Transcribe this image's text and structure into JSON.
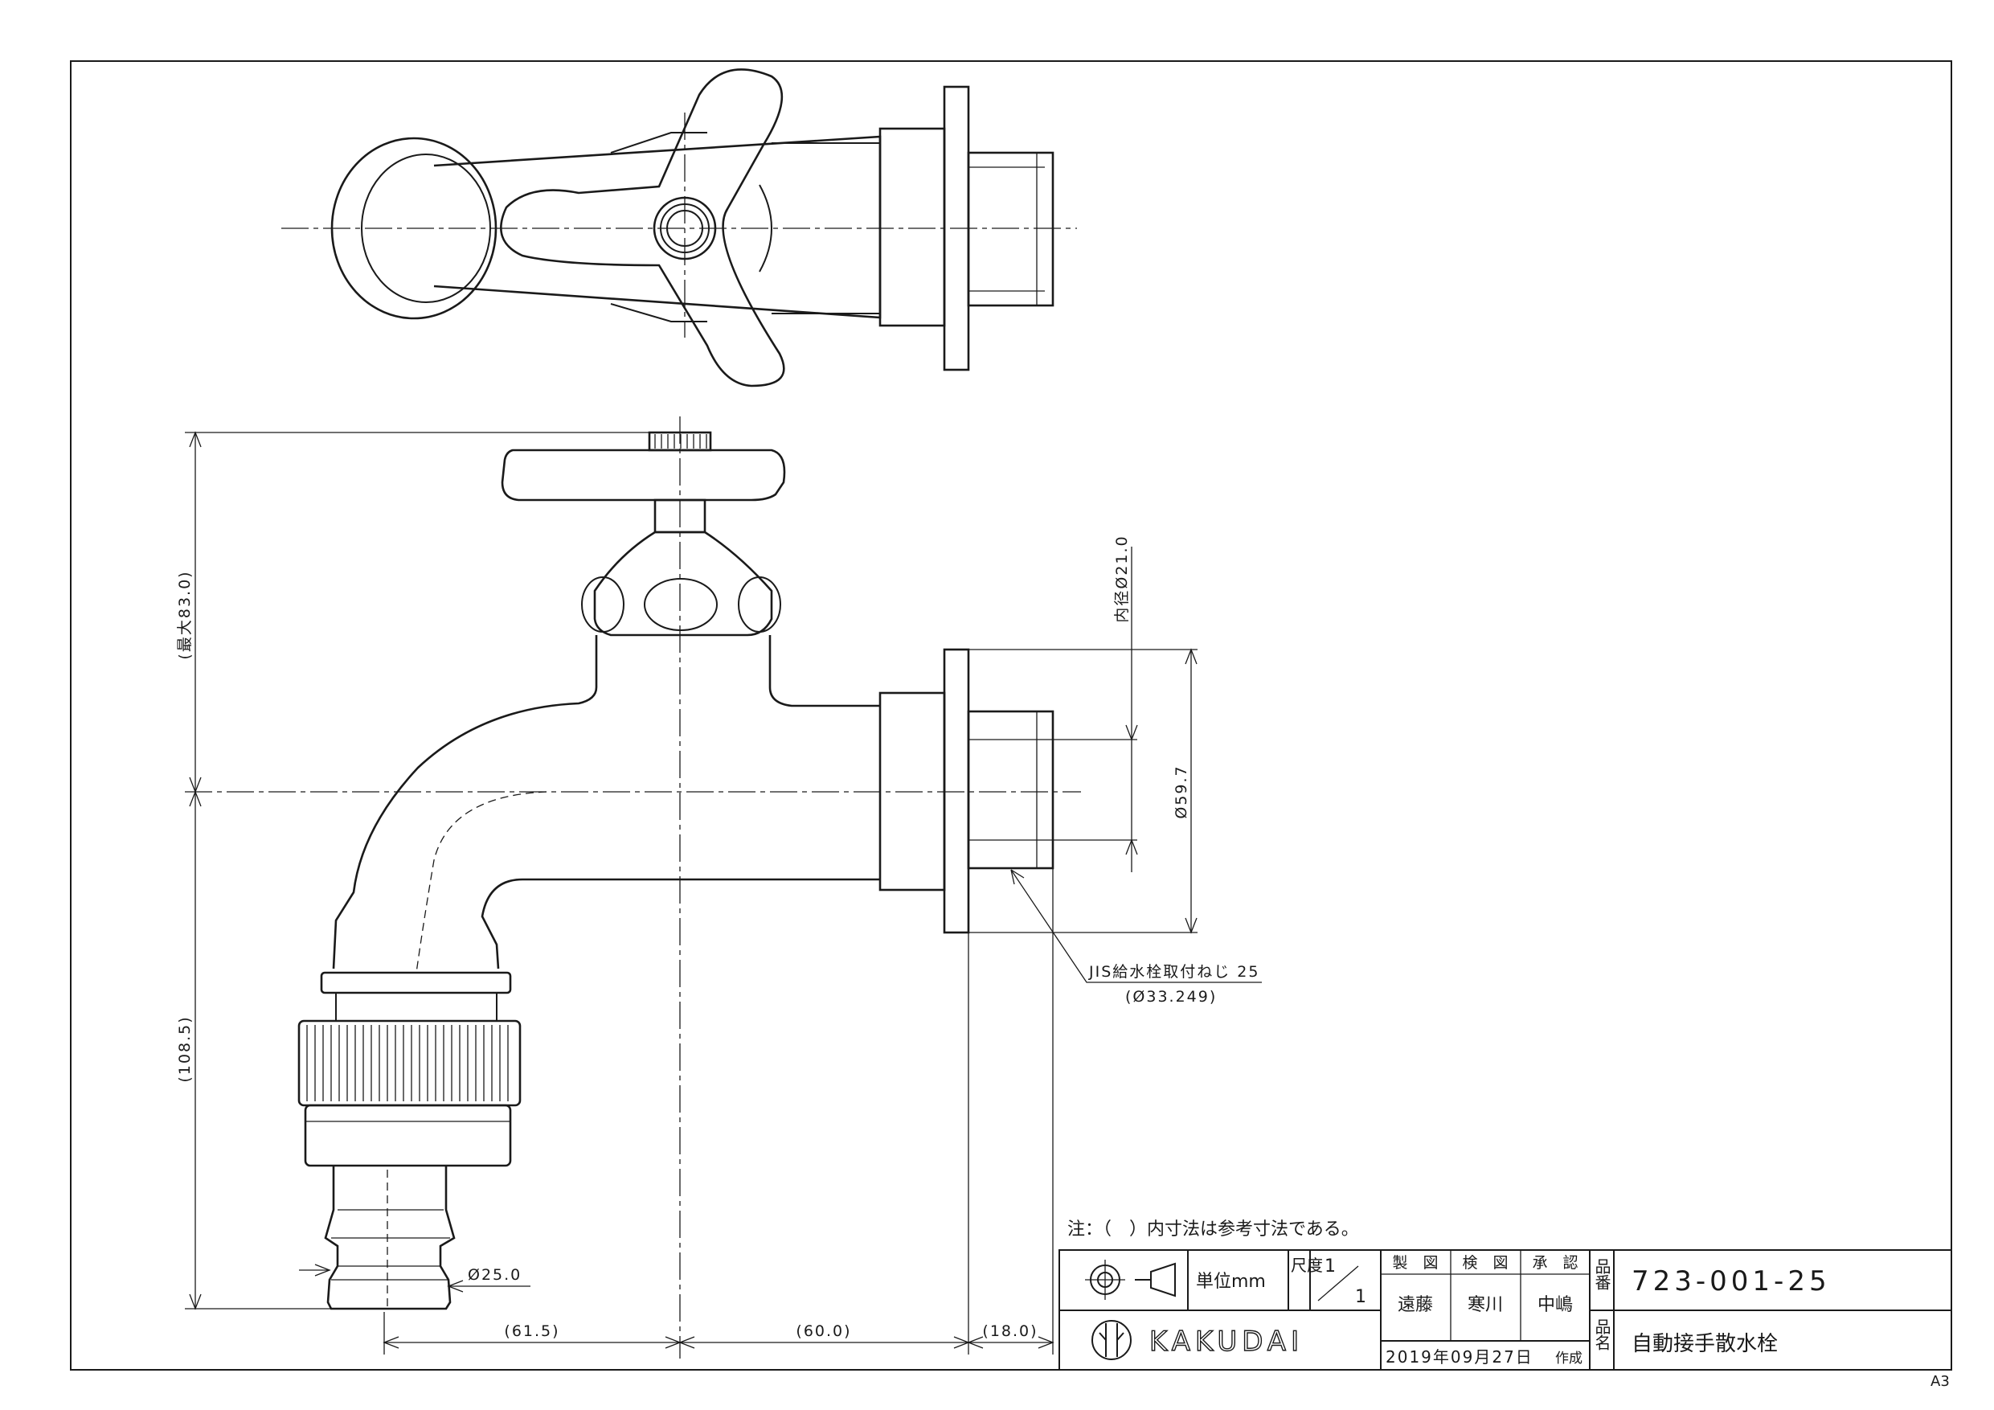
{
  "drawing": {
    "dimensions": {
      "max_height": "(最大83.0)",
      "lower_height": "(108.5)",
      "inner_diameter": "内径Ø21.0",
      "flange_diameter": "Ø59.7",
      "thread_label": "JIS給水栓取付ねじ 25",
      "thread_diameter": "(Ø33.249)",
      "hose_diameter": "Ø25.0",
      "horiz_1": "(61.5)",
      "horiz_2": "(60.0)",
      "horiz_3": "(18.0)"
    }
  },
  "title_block": {
    "note": "注：（　）内寸法は参考寸法である。",
    "unit_label": "単位mm",
    "scale_label": "尺度",
    "scale_num": "1",
    "scale_den": "1",
    "roles": [
      "製　図",
      "検　図",
      "承　認"
    ],
    "people": [
      "遠藤",
      "寒川",
      "中嶋"
    ],
    "part_no_label": "品番",
    "part_no": "723-001-25",
    "part_name_label": "品名",
    "part_name": "自動接手散水栓",
    "brand": "KAKUDAI",
    "date": "2019年09月27日",
    "date_suffix": "作成",
    "paper_size": "A3"
  }
}
